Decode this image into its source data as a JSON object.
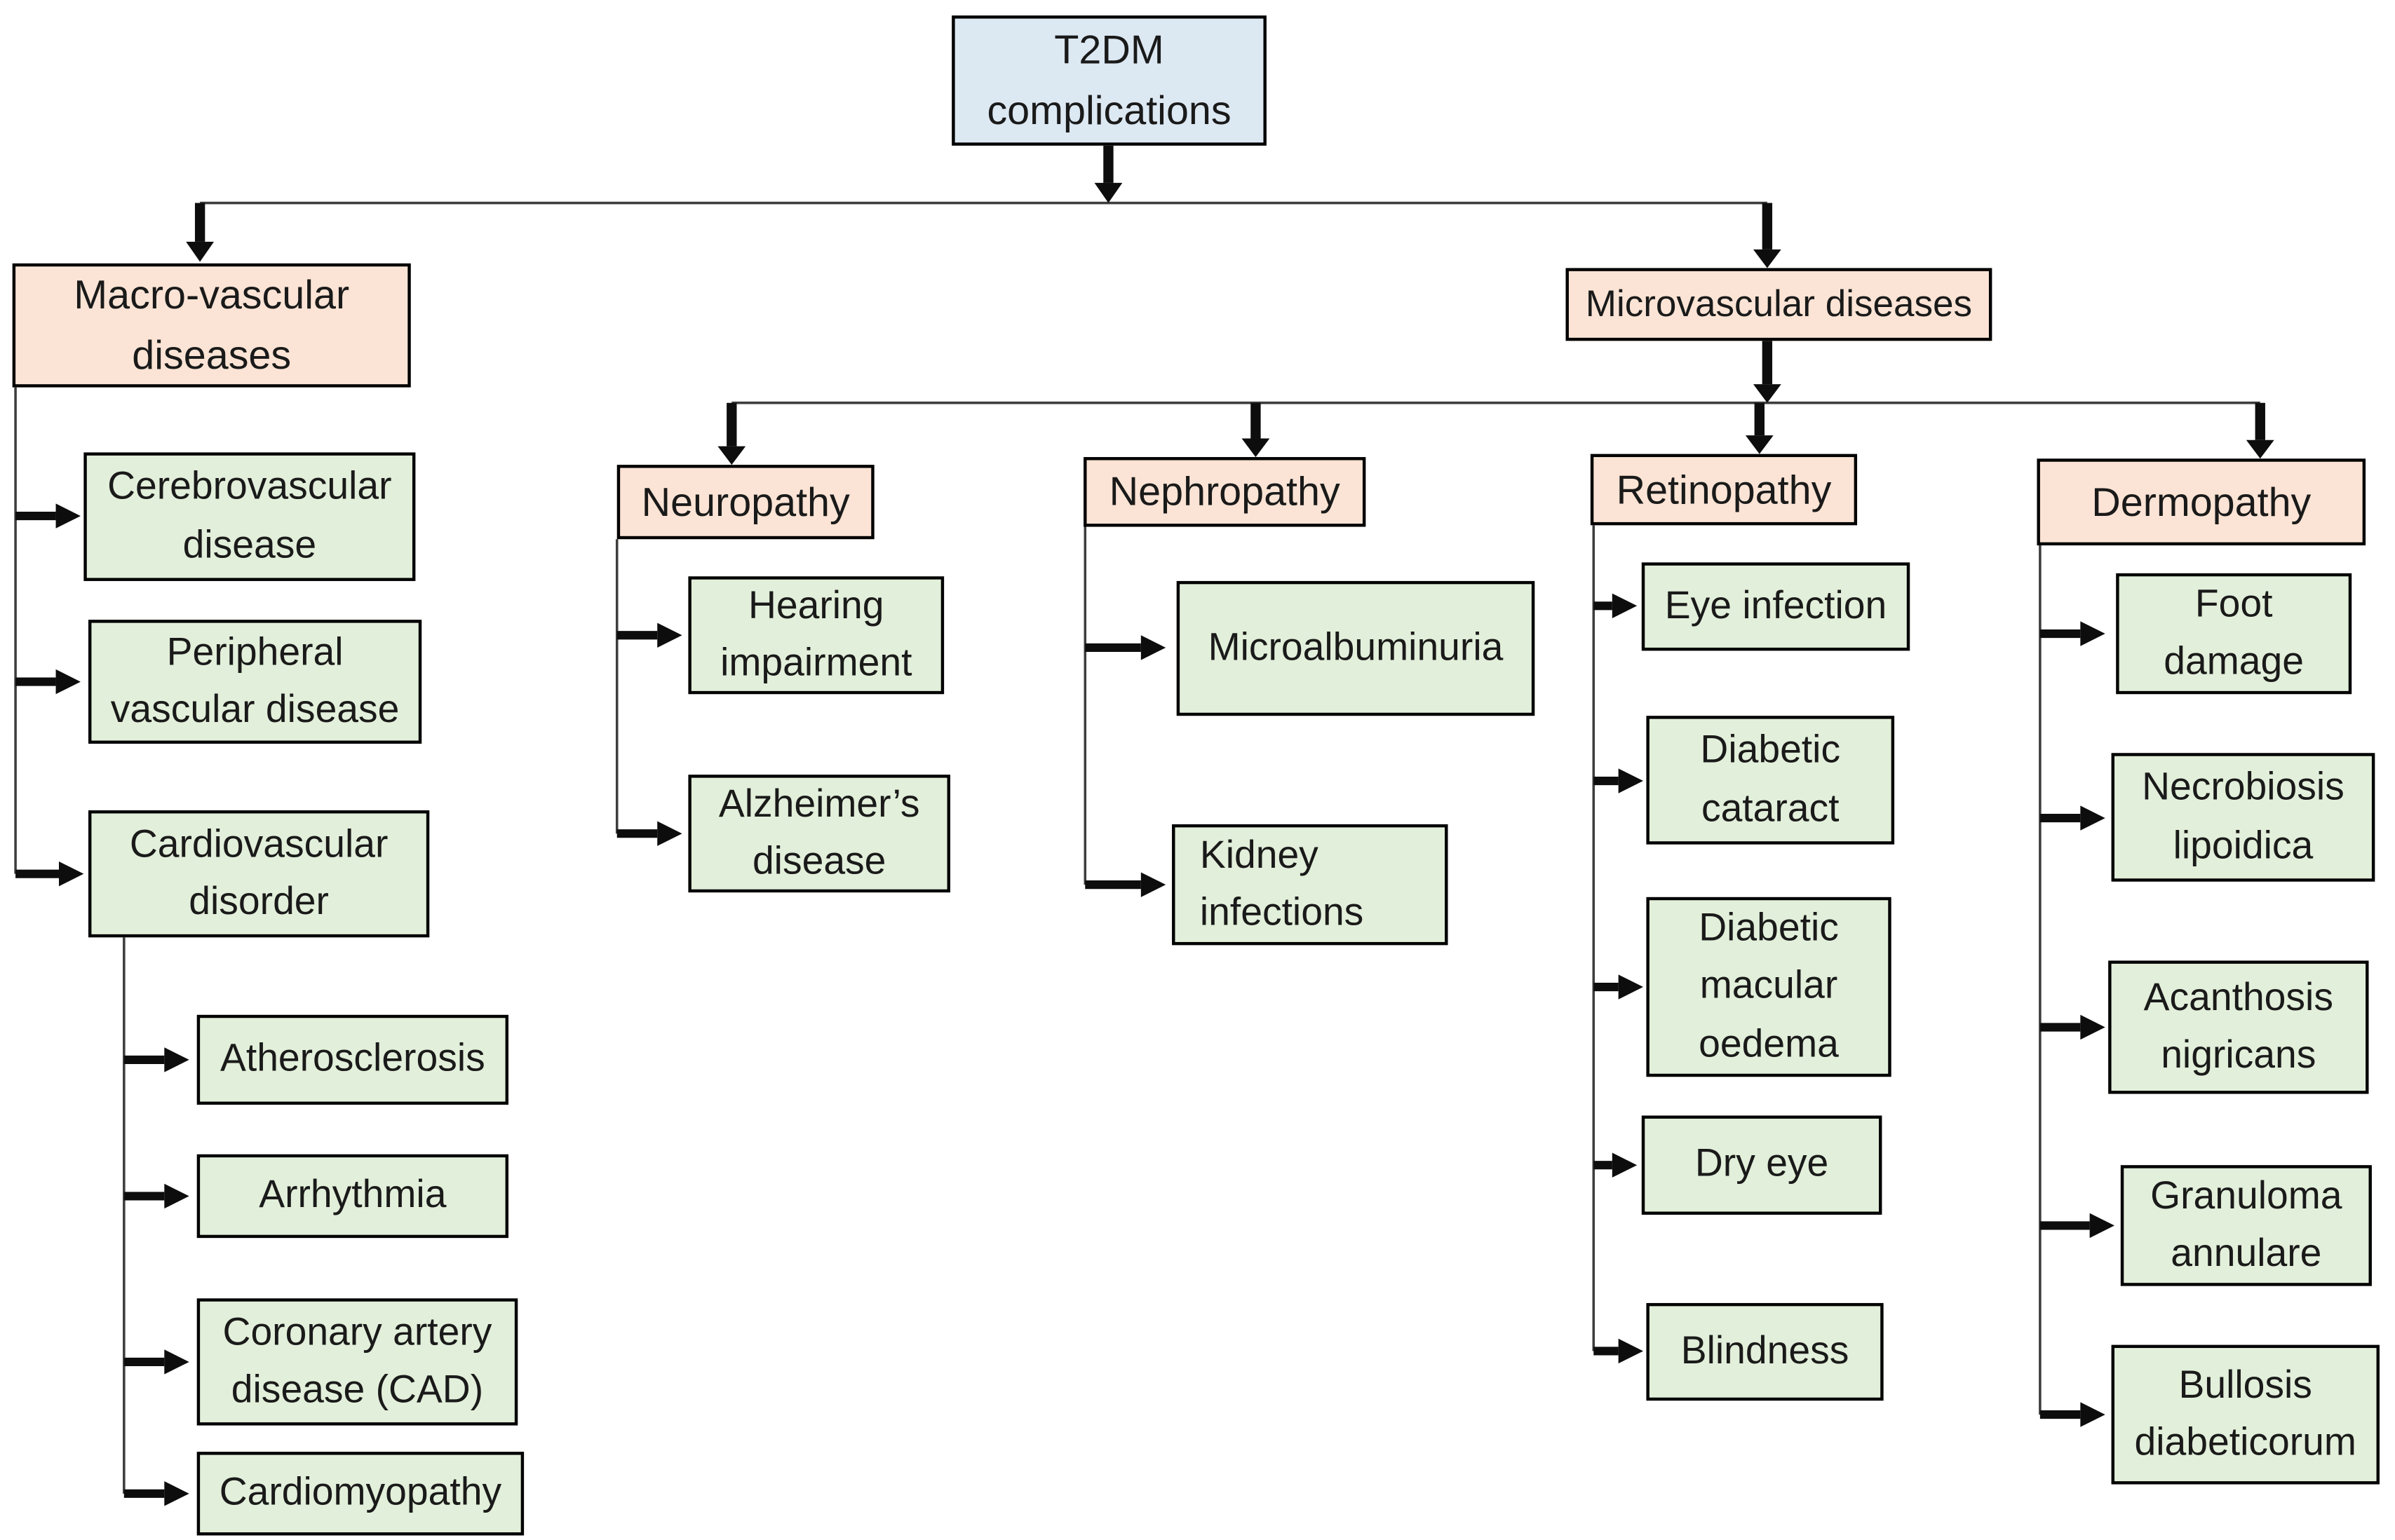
{
  "colors": {
    "root-fill": "#dce8f2",
    "branch-fill": "#fbe4d5",
    "leaf-fill": "#e2efda",
    "border": "#000000",
    "line": "#3d3d3d",
    "arrow": "#0d0d0d",
    "text": "#1a1a1a",
    "bg": "#ffffff"
  },
  "nodes": {
    "t2dm": {
      "label": "T2DM\ncomplications"
    },
    "macro": {
      "label": "Macro-vascular\ndiseases"
    },
    "micro": {
      "label": "Microvascular diseases"
    },
    "cerebrovascular": {
      "label": "Cerebrovascular\ndisease"
    },
    "peripheral": {
      "label": "Peripheral\nvascular disease"
    },
    "cardiovascular": {
      "label": "Cardiovascular\ndisorder"
    },
    "atherosclerosis": {
      "label": "Atherosclerosis"
    },
    "arrhythmia": {
      "label": "Arrhythmia"
    },
    "cad": {
      "label": "Coronary artery\ndisease (CAD)"
    },
    "cardiomyopathy": {
      "label": "Cardiomyopathy"
    },
    "neuropathy": {
      "label": "Neuropathy"
    },
    "hearing": {
      "label": "Hearing\nimpairment"
    },
    "alzheimers": {
      "label": "Alzheimer’s\ndisease"
    },
    "nephropathy": {
      "label": "Nephropathy"
    },
    "microalbuminuria": {
      "label": "Microalbuminuria"
    },
    "kidney": {
      "label": "Kidney\ninfections"
    },
    "retinopathy": {
      "label": "Retinopathy"
    },
    "eye_infection": {
      "label": "Eye infection"
    },
    "cataract": {
      "label": "Diabetic\ncataract"
    },
    "macular": {
      "label": "Diabetic\nmacular\noedema"
    },
    "dry_eye": {
      "label": "Dry eye"
    },
    "blindness": {
      "label": "Blindness"
    },
    "dermopathy": {
      "label": "Dermopathy"
    },
    "foot": {
      "label": "Foot\ndamage"
    },
    "necrobiosis": {
      "label": "Necrobiosis\nlipoidica"
    },
    "acanthosis": {
      "label": "Acanthosis\nnigricans"
    },
    "granuloma": {
      "label": "Granuloma\nannulare"
    },
    "bullosis": {
      "label": "Bullosis\ndiabeticorum"
    }
  },
  "hierarchy": {
    "t2dm": [
      "macro",
      "micro"
    ],
    "macro": [
      "cerebrovascular",
      "peripheral",
      "cardiovascular"
    ],
    "cardiovascular": [
      "atherosclerosis",
      "arrhythmia",
      "cad",
      "cardiomyopathy"
    ],
    "micro": [
      "neuropathy",
      "nephropathy",
      "retinopathy",
      "dermopathy"
    ],
    "neuropathy": [
      "hearing",
      "alzheimers"
    ],
    "nephropathy": [
      "microalbuminuria",
      "kidney"
    ],
    "retinopathy": [
      "eye_infection",
      "cataract",
      "macular",
      "dry_eye",
      "blindness"
    ],
    "dermopathy": [
      "foot",
      "necrobiosis",
      "acanthosis",
      "granuloma",
      "bullosis"
    ]
  }
}
